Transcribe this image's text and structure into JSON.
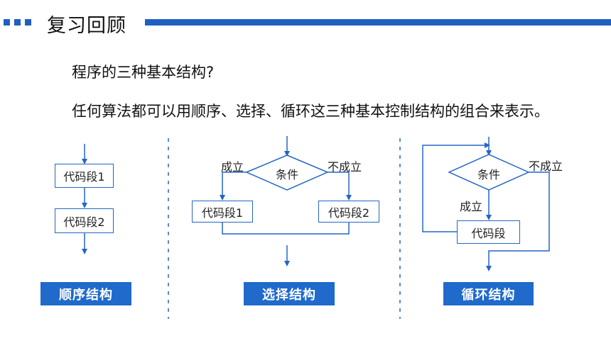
{
  "header": {
    "title": "复习回顾"
  },
  "question": "程序的三种基本结构?",
  "description": "任何算法都可以用顺序、选择、循环这三种基本控制结构的组合来表示。",
  "sequence": {
    "block1": "代码段1",
    "block2": "代码段2",
    "label": "顺序结构"
  },
  "selection": {
    "condition": "条件",
    "true_label": "成立",
    "false_label": "不成立",
    "block1": "代码段1",
    "block2": "代码段2",
    "label": "选择结构"
  },
  "loop": {
    "condition": "条件",
    "true_label": "成立",
    "false_label": "不成立",
    "block": "代码段",
    "label": "循环结构"
  },
  "colors": {
    "accent": "#1f5fbf",
    "line": "#2566c6",
    "tag_bg": "#1f6acb"
  }
}
